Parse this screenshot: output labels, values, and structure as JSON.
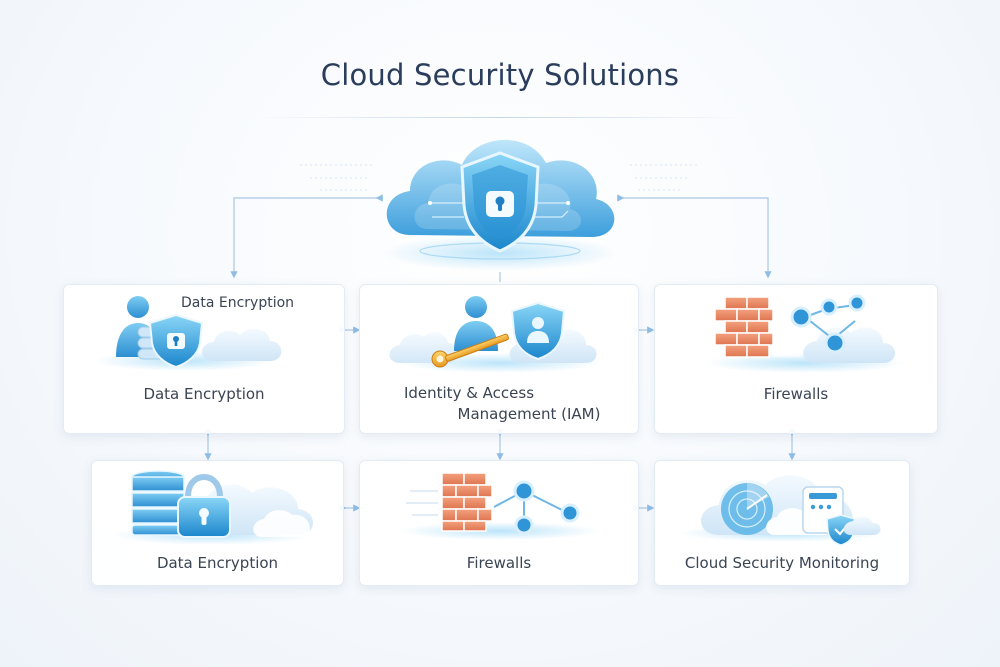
{
  "title": "Cloud Security Solutions",
  "colors": {
    "accent": "#3aa8e0",
    "accent_dark": "#1a7fc0",
    "brick": "#e9835e",
    "gold": "#f2b03a",
    "card_border": "#e3ebf4",
    "title_text": "#2a3d5c"
  },
  "hero": {
    "icon": "cloud-shield-keyhole-icon"
  },
  "cards": [
    {
      "id": "top-left",
      "icon": "user-shield-database-icon",
      "overlay_label": "Data Encryption",
      "label": "Data Encryption"
    },
    {
      "id": "top-middle",
      "icon": "user-key-shield-icon",
      "label_line1": "Identity & Access",
      "label_line2": "Management (IAM)"
    },
    {
      "id": "top-right",
      "icon": "firewall-network-icon",
      "label": "Firewalls"
    },
    {
      "id": "bottom-left",
      "icon": "database-lock-icon",
      "label": "Data Encryption"
    },
    {
      "id": "bottom-middle",
      "icon": "firewall-network-icon",
      "label": "Firewalls"
    },
    {
      "id": "bottom-right",
      "icon": "radar-monitoring-icon",
      "label": "Cloud Security Monitoring"
    }
  ]
}
